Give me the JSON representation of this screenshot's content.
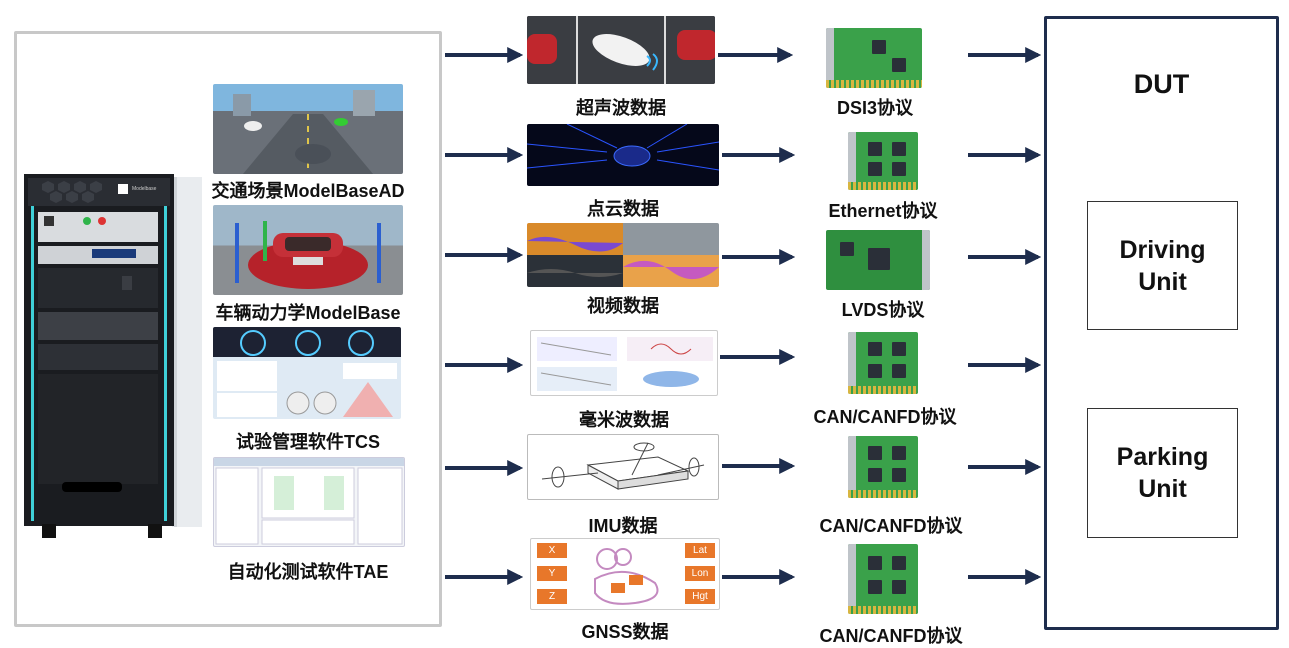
{
  "left_panel": {
    "cabinet": {
      "logo_text": "Modelbase"
    },
    "modules": [
      {
        "label": "交通场景ModelBaseAD"
      },
      {
        "label": "车辆动力学ModelBase"
      },
      {
        "label": "试验管理软件TCS"
      },
      {
        "label": "自动化测试软件TAE"
      }
    ]
  },
  "data_sources": [
    {
      "label": "超声波数据"
    },
    {
      "label": "点云数据"
    },
    {
      "label": "视频数据"
    },
    {
      "label": "毫米波数据"
    },
    {
      "label": "IMU数据"
    },
    {
      "label": "GNSS数据",
      "tags_left": [
        "X",
        "Y",
        "Z"
      ],
      "tags_right": [
        "Lat",
        "Lon",
        "Hgt"
      ]
    }
  ],
  "protocols": [
    {
      "label": "DSI3协议"
    },
    {
      "label": "Ethernet协议"
    },
    {
      "label": "LVDS协议"
    },
    {
      "label": "CAN/CANFD协议"
    },
    {
      "label": "CAN/CANFD协议"
    },
    {
      "label": "CAN/CANFD协议"
    }
  ],
  "dut": {
    "title": "DUT",
    "units": [
      {
        "label": "Driving\nUnit"
      },
      {
        "label": "Parking\nUnit"
      }
    ]
  },
  "colors": {
    "arrow": "#1e2d4d",
    "panel_border": "#c8c8c8",
    "dut_border": "#1e2d4d",
    "card_green": "#3aa14a"
  }
}
